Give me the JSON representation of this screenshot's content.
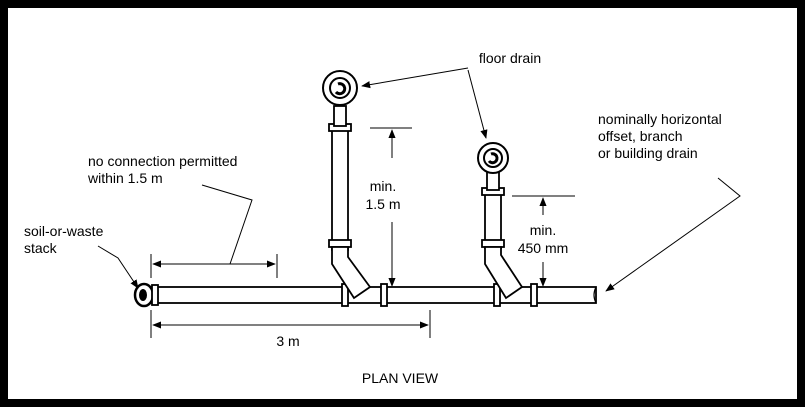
{
  "labels": {
    "floor_drain": "floor drain",
    "horizontal_line1": "nominally horizontal",
    "horizontal_line2": "offset, branch",
    "horizontal_line3": "or building drain",
    "no_connection_line1": "no connection permitted",
    "no_connection_line2": "within 1.5 m",
    "stack_line1": "soil-or-waste",
    "stack_line2": "stack",
    "min_15_line1": "min.",
    "min_15_line2": "1.5 m",
    "min_450_line1": "min.",
    "min_450_line2": "450 mm",
    "three_m": "3 m",
    "plan_view": "PLAN VIEW"
  }
}
